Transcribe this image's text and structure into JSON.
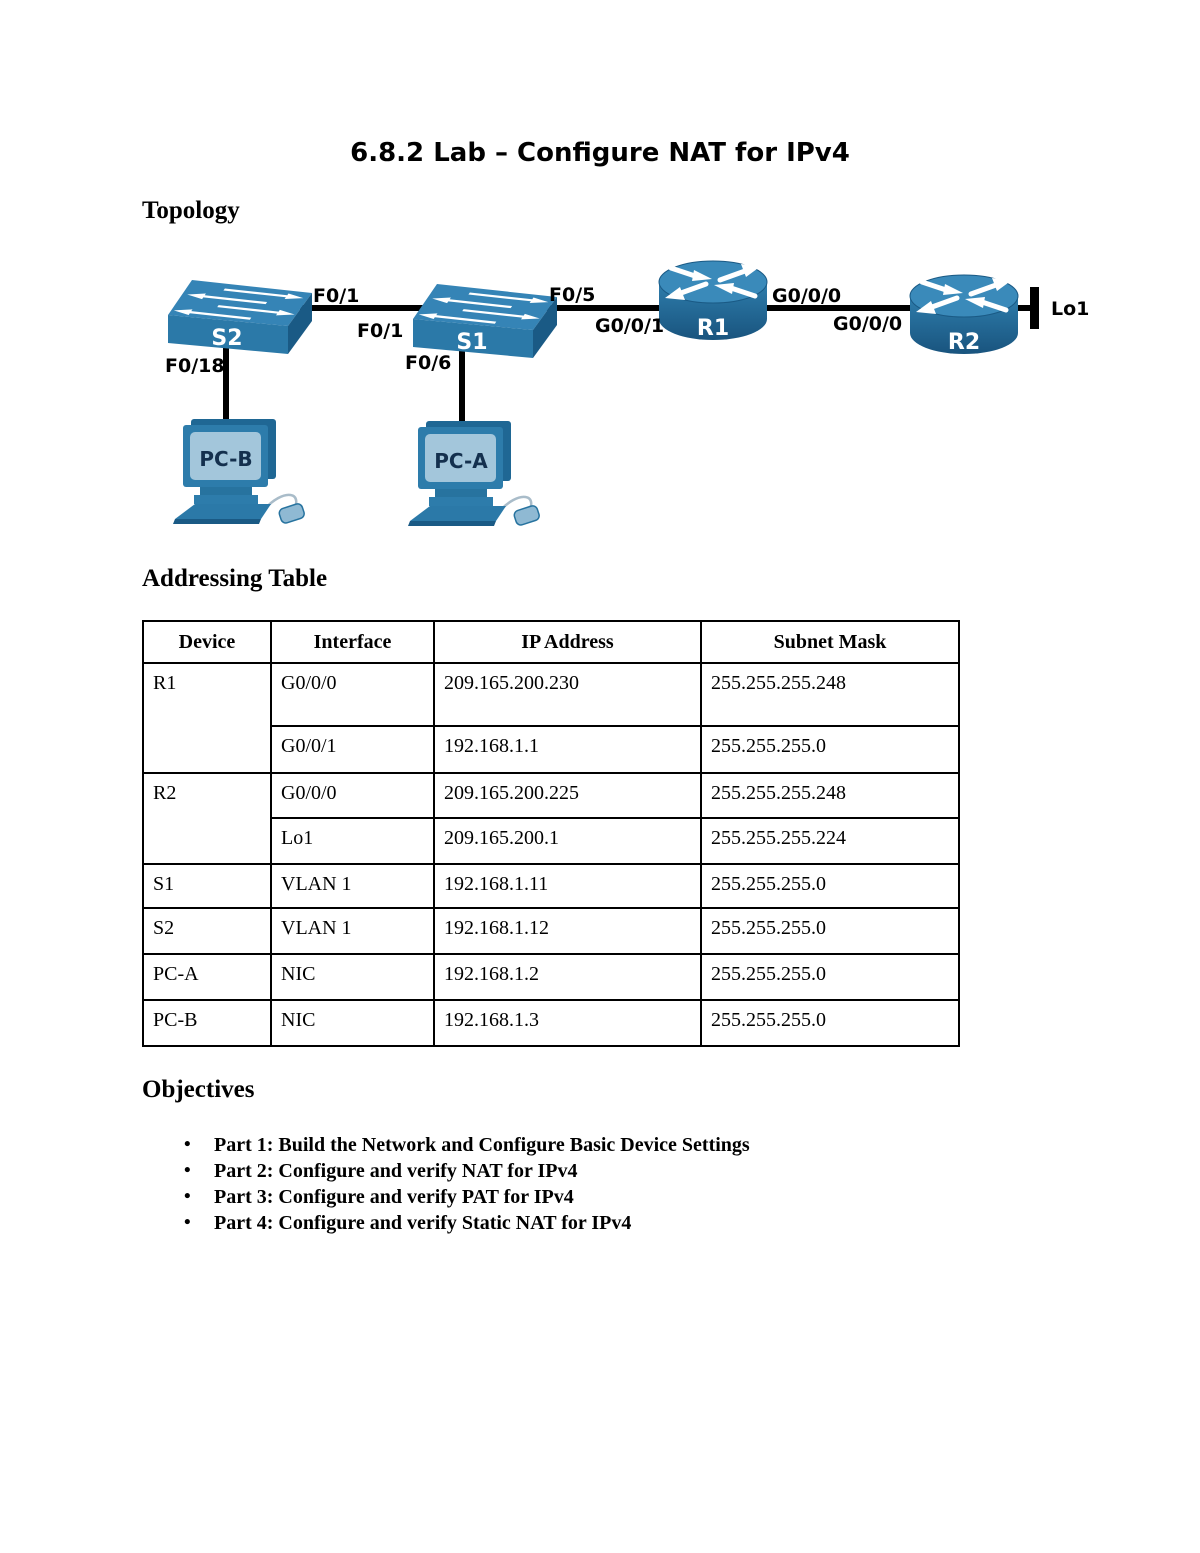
{
  "page": {
    "title": "6.8.2 Lab – Configure NAT for IPv4",
    "headings": {
      "topology": "Topology",
      "addressing": "Addressing Table",
      "objectives": "Objectives"
    }
  },
  "topology": {
    "device_labels": {
      "s2": "S2",
      "s1": "S1",
      "r1": "R1",
      "r2": "R2",
      "pc_b": "PC-B",
      "pc_a": "PC-A"
    },
    "port_labels": {
      "s2_trunk": "F0/1",
      "s1_trunk": "F0/1",
      "s1_uplink": "F0/5",
      "r1_lan": "G0/0/1",
      "r1_wan": "G0/0/0",
      "r2_wan": "G0/0/0",
      "r2_loopback": "Lo1",
      "s2_access": "F0/18",
      "s1_access": "F0/6"
    },
    "colors": {
      "device_blue": "#2d7cab",
      "device_blue_top": "#3584b6",
      "device_blue_dark": "#1a5a85",
      "screen_blue": "#a3c6db",
      "link_black": "#000000"
    }
  },
  "addressing_table": {
    "headers": [
      "Device",
      "Interface",
      "IP Address",
      "Subnet Mask"
    ],
    "rows": [
      {
        "device": "R1",
        "interface": "G0/0/0",
        "ip": "209.165.200.230",
        "mask": "255.255.255.248"
      },
      {
        "interface": "G0/0/1",
        "ip": "192.168.1.1",
        "mask": "255.255.255.0"
      },
      {
        "device": "R2",
        "interface": "G0/0/0",
        "ip": "209.165.200.225",
        "mask": "255.255.255.248"
      },
      {
        "interface": "Lo1",
        "ip": "209.165.200.1",
        "mask": "255.255.255.224"
      },
      {
        "device": "S1",
        "interface": "VLAN 1",
        "ip": "192.168.1.11",
        "mask": "255.255.255.0"
      },
      {
        "device": "S2",
        "interface": "VLAN 1",
        "ip": "192.168.1.12",
        "mask": "255.255.255.0"
      },
      {
        "device": "PC-A",
        "interface": "NIC",
        "ip": "192.168.1.2",
        "mask": "255.255.255.0"
      },
      {
        "device": "PC-B",
        "interface": "NIC",
        "ip": "192.168.1.3",
        "mask": "255.255.255.0"
      }
    ]
  },
  "objectives": [
    "Part 1: Build the Network and Configure Basic Device Settings",
    "Part 2: Configure and verify NAT for IPv4",
    "Part 3: Configure and verify PAT for IPv4",
    "Part 4: Configure and verify Static NAT for IPv4"
  ]
}
